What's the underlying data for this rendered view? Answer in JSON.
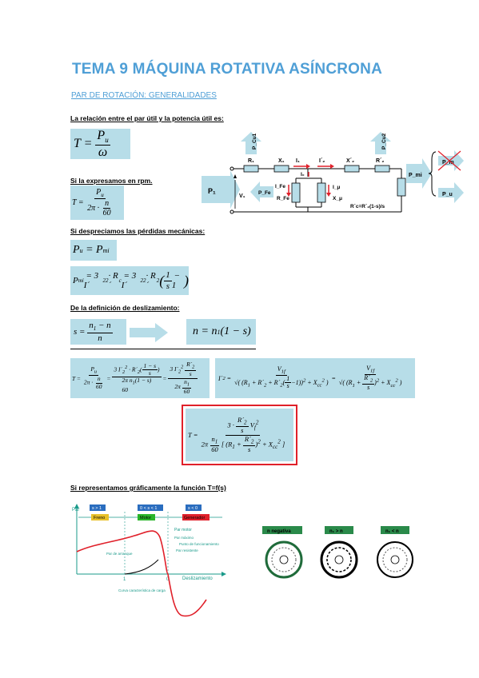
{
  "title": "TEMA 9 MÁQUINA ROTATIVA ASÍNCRONA",
  "subtitle": "PAR DE ROTACIÓN: GENERALIDADES",
  "labels": {
    "l1": "La relación entre el par útil y la potencia útil es:",
    "l2": "Si la expresamos en rpm.",
    "l3": "Si despreciamos las pérdidas mecánicas:",
    "l4": "De la definición de deslizamiento:",
    "l5": "Si representamos gráficamente la función T=f(s)"
  },
  "circuit": {
    "p1": "P₁",
    "pcu1": "P_Cu1",
    "pfe": "P_Fe",
    "pcu2": "P_Cu2",
    "pmi": "P_mi",
    "pm": "P_m",
    "pu": "P_u",
    "r1": "R₁",
    "x1": "X₁",
    "i1": "I₁",
    "i2": "I´₂",
    "x2": "X´₂",
    "r2": "R´₂",
    "io": "I₀",
    "ife": "I_Fe",
    "rfe": "R_Fe",
    "imu": "I_μ",
    "xmu": "X_μ",
    "v1": "V₁",
    "rc": "R´c=R´₂(1-s)/s"
  },
  "graph": {
    "ylabel": "Par",
    "xlabel": "Deslizamiento",
    "band1": "s > 1",
    "band2": "0 < s < 1",
    "band3": "s < 0",
    "mode1": "Freno",
    "mode2": "Motor",
    "mode3": "Generador",
    "par_motor": "Par motor",
    "c1": "Par máximo",
    "c2": "Punto de funcionamiento",
    "c3": "Par resistente",
    "c4": "Par de arranque",
    "curve": "Curva característica de carga",
    "tick1": "1",
    "tick0": "0",
    "colors": {
      "curve": "#e0202a",
      "band1": "#e33",
      "band2": "#2a2",
      "band3": "#e33"
    }
  },
  "rotors": {
    "r1": "n negativa",
    "r2": "n₁ > n",
    "r3": "n₁ < n"
  }
}
